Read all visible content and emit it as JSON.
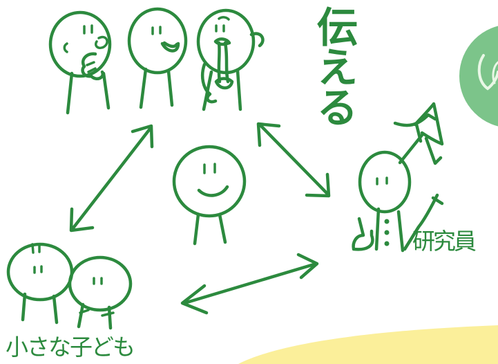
{
  "labels": {
    "convey": "伝える",
    "researchers": "研究員",
    "small_children": "小さな子ども"
  },
  "colors": {
    "ink": "#2c8a3e",
    "badge_fill": "#7cc48a",
    "highlight_yellow": "#fbef9a",
    "background": "#ffffff"
  }
}
